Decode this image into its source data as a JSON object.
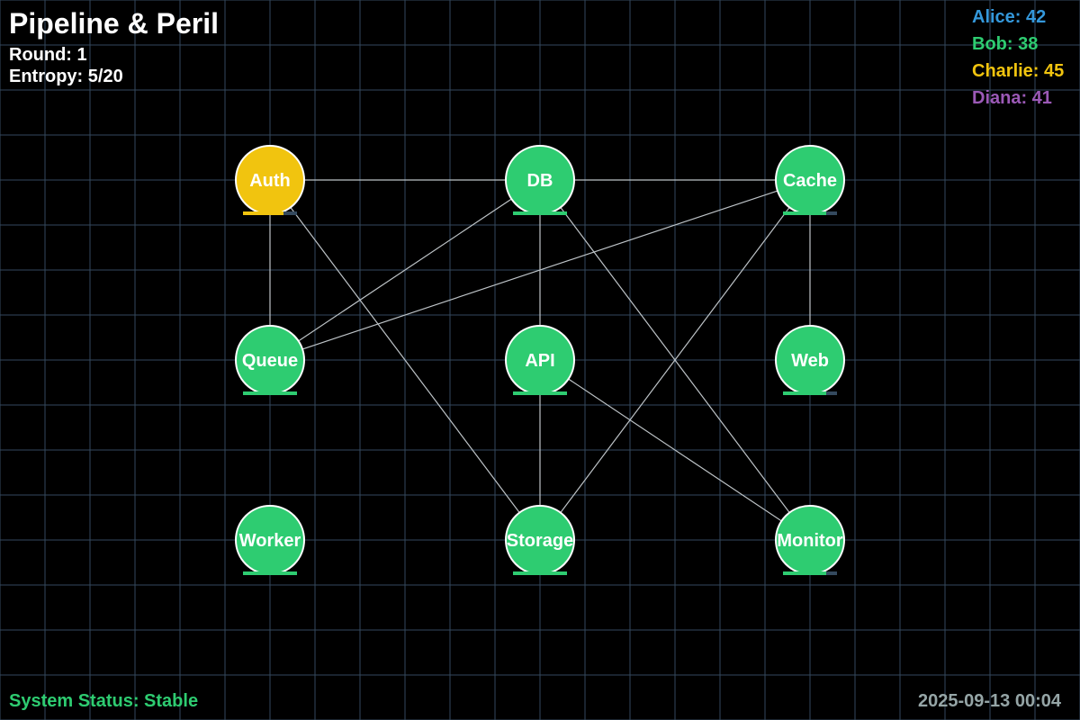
{
  "game": {
    "title": "Pipeline & Peril",
    "round": "Round: 1",
    "entropy": "Entropy: 5/20",
    "status": "System Status: Stable",
    "timestamp": "2025-09-13 00:04"
  },
  "players": [
    {
      "label": "Alice: 42",
      "color": "#3498db"
    },
    {
      "label": "Bob: 38",
      "color": "#2ecc71"
    },
    {
      "label": "Charlie: 45",
      "color": "#f1c40f"
    },
    {
      "label": "Diana: 41",
      "color": "#9b59b6"
    }
  ],
  "colors": {
    "background": "#000000",
    "grid": "#34495e",
    "edge": "#bdc3c7",
    "node_ok": "#2ecc71",
    "node_warn": "#f1c40f",
    "status_ok": "#2ecc71",
    "timestamp": "#95a5a6"
  },
  "nodes": [
    {
      "id": "auth",
      "label": "Auth",
      "state": "warning",
      "health": 0.75
    },
    {
      "id": "db",
      "label": "DB",
      "state": "ok",
      "health": 1.0
    },
    {
      "id": "cache",
      "label": "Cache",
      "state": "ok",
      "health": 0.8
    },
    {
      "id": "queue",
      "label": "Queue",
      "state": "ok",
      "health": 1.0
    },
    {
      "id": "api",
      "label": "API",
      "state": "ok",
      "health": 1.0
    },
    {
      "id": "web",
      "label": "Web",
      "state": "ok",
      "health": 0.8
    },
    {
      "id": "worker",
      "label": "Worker",
      "state": "ok",
      "health": 1.0
    },
    {
      "id": "storage",
      "label": "Storage",
      "state": "ok",
      "health": 1.0
    },
    {
      "id": "monitor",
      "label": "Monitor",
      "state": "ok",
      "health": 0.8
    }
  ],
  "edges": [
    [
      "auth",
      "db"
    ],
    [
      "db",
      "cache"
    ],
    [
      "auth",
      "queue"
    ],
    [
      "db",
      "api"
    ],
    [
      "cache",
      "web"
    ],
    [
      "api",
      "storage"
    ],
    [
      "auth",
      "storage"
    ],
    [
      "db",
      "queue"
    ],
    [
      "cache",
      "queue"
    ],
    [
      "db",
      "monitor"
    ],
    [
      "api",
      "monitor"
    ],
    [
      "cache",
      "storage"
    ]
  ]
}
